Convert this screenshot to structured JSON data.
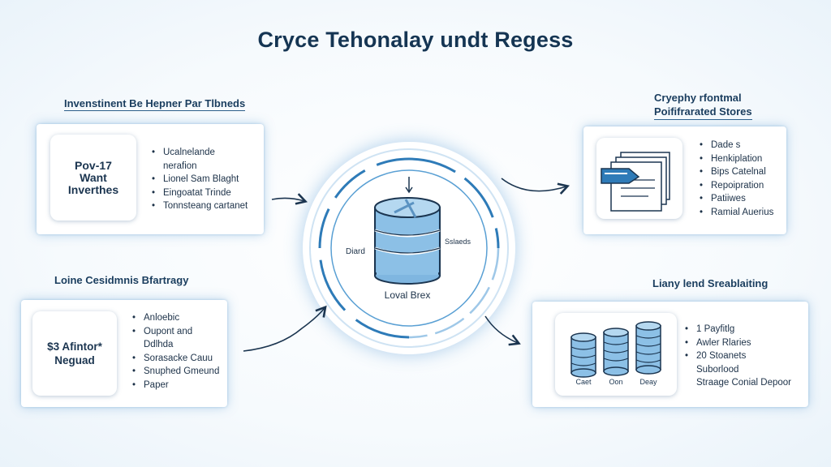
{
  "title": "Cryce Tehonalay undt Regess",
  "top_left": {
    "heading": "Invenstinent Be Hepner Par Tlbneds",
    "badge": [
      "Pov-17",
      "Want",
      "Inverthes"
    ],
    "items": [
      "Ucalnelande",
      "nerafion",
      "Lionel Sam Blaght",
      "Eingoatat Trinde",
      "Tonnsteang cartanet"
    ]
  },
  "bottom_left": {
    "heading": "Loine Cesidmnis Bfartragy",
    "badge": [
      "$3 Afintor*",
      "Neguad"
    ],
    "items": [
      "Anloebic",
      "Oupont and",
      "Ddlhda",
      "Sorasacke Cauu",
      "Snuphed Gmeund",
      "Paper"
    ]
  },
  "center": {
    "label": "Loval Brex",
    "left_tag": "Diard",
    "right_tag": "Sslaeds"
  },
  "top_right": {
    "heading_line1": "Cryephy rfontmal",
    "heading_line2": "Poififrarated Stores",
    "items": [
      "Dade s",
      "Henkiplation",
      "Bips Catelnal",
      "Repoipration",
      "Patiiwes",
      "Ramial Auerius"
    ]
  },
  "bottom_right": {
    "heading": "Liany lend Sreablaiting",
    "db_labels": [
      "Caet",
      "Oon",
      "Deay"
    ],
    "items": [
      {
        "text": "1 Payfitlg",
        "bullet": true
      },
      {
        "text": "Awler Rlaries",
        "bullet": true
      },
      {
        "text": "20 Stoanets",
        "bullet": true
      },
      {
        "text": "Suborlood",
        "bullet": false
      },
      {
        "text": "Straage Conial Depoor",
        "bullet": false
      }
    ]
  },
  "colors": {
    "accent": "#2e7bb8",
    "dark": "#153553",
    "glow": "#7db8e3"
  }
}
